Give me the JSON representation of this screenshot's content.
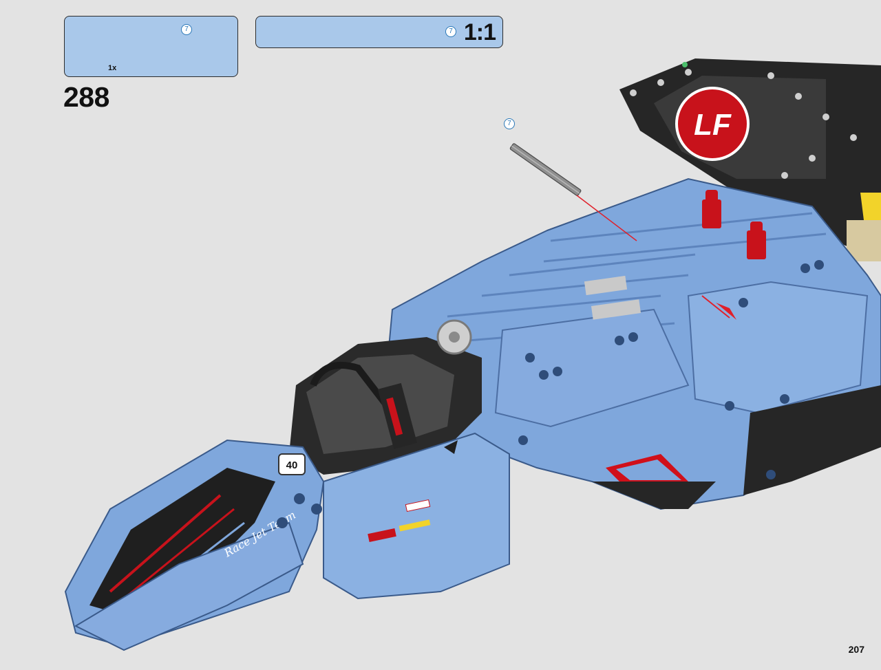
{
  "parts_list": {
    "items": [
      {
        "quantity": "1x",
        "length_badge": "7",
        "part": "grey-axle-icon"
      }
    ]
  },
  "scale_indicator": {
    "length_badge": "7",
    "ratio": "1:1"
  },
  "step": {
    "number": "288",
    "callout_badge": "7"
  },
  "model_decals": {
    "cockpit_number": "40",
    "team_script": "Race Jet Team",
    "logo_text": "LF"
  },
  "page": {
    "number": "207"
  },
  "colors": {
    "background": "#e3e3e3",
    "callout_box": "#a9c8ea",
    "badge_blue": "#2b78b8",
    "model_blue": "#7fa7dc",
    "model_black": "#262626",
    "accent_red": "#d0101a",
    "guide_line": "#e0202a"
  }
}
